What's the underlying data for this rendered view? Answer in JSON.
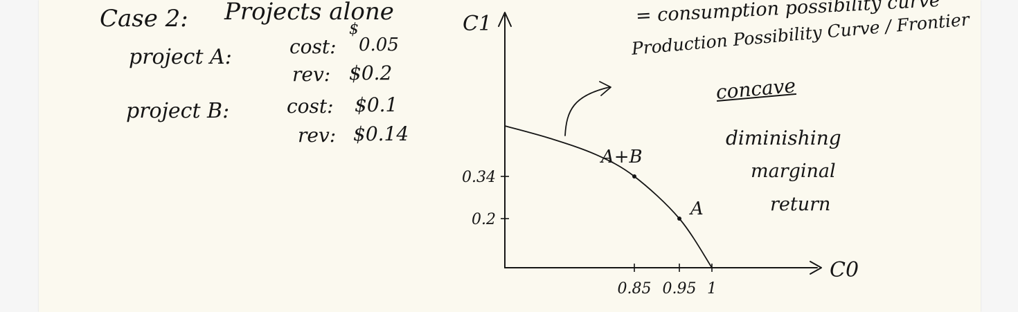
{
  "notes": {
    "case_title": "Case 2:",
    "case_subtitle": "Projects alone",
    "project_a": {
      "label": "project A:",
      "cost_label": "cost:",
      "cost_currency": "$",
      "cost_value": "0.05",
      "rev_label": "rev:",
      "rev_value": "$0.2"
    },
    "project_b": {
      "label": "project B:",
      "cost_label": "cost:",
      "cost_value": "$0.1",
      "rev_label": "rev:",
      "rev_value": "$0.14"
    }
  },
  "annotations": {
    "line1": "= consumption possibility curve",
    "line2": "Production Possibility Curve / Frontier",
    "concave": "concave",
    "diminishing": "diminishing",
    "marginal": "marginal",
    "return": "return"
  },
  "chart_data": {
    "type": "line",
    "xlabel": "C0",
    "ylabel": "C1",
    "x_ticks": [
      {
        "value": 0.85,
        "label": "0.85"
      },
      {
        "value": 0.95,
        "label": "0.95"
      },
      {
        "value": 1,
        "label": "1"
      }
    ],
    "y_ticks": [
      {
        "value": 0.2,
        "label": "0.2"
      },
      {
        "value": 0.34,
        "label": "0.34"
      }
    ],
    "curve": {
      "x": [
        0.0,
        0.3,
        0.6,
        0.85,
        0.95,
        1.0
      ],
      "y": [
        0.62,
        0.55,
        0.46,
        0.34,
        0.2,
        0.0
      ]
    },
    "points": [
      {
        "label": "A+B",
        "x": 0.85,
        "y": 0.34
      },
      {
        "label": "A",
        "x": 0.95,
        "y": 0.2
      }
    ],
    "grid": false,
    "legend": "none"
  },
  "colors": {
    "paper": "#fbf9ef",
    "ink": "#151515",
    "margin": "#f6f6f6"
  }
}
